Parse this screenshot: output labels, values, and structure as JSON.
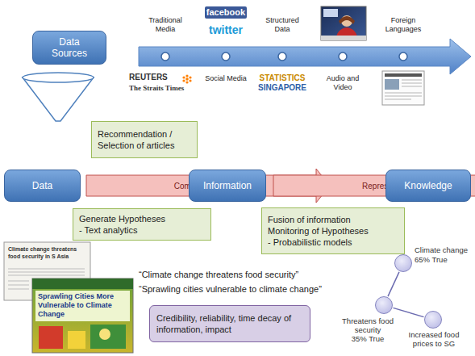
{
  "diagram": {
    "nodes": [
      {
        "text": [
          "Data Sources"
        ]
      },
      {
        "text": [
          "Recommendation / Selection of articles"
        ]
      },
      {
        "text": [
          "Data"
        ]
      },
      {
        "text": [
          "Comprehension"
        ]
      },
      {
        "text": [
          "Information"
        ]
      },
      {
        "text": [
          "Representation"
        ]
      },
      {
        "text": [
          "Knowledge"
        ]
      },
      {
        "text": [
          "Generate Hypotheses",
          "- Text analytics"
        ]
      },
      {
        "text": [
          "Fusion of information",
          "Monitoring of Hypotheses",
          "- Probabilistic models"
        ]
      },
      {
        "text": [
          "Credibility, reliability, time decay of information, impact"
        ]
      },
      {
        "text": [
          "Climate change",
          "65% True"
        ]
      },
      {
        "text": [
          "Threatens food security",
          "35% True"
        ]
      },
      {
        "text": [
          "Increased food prices to SG"
        ]
      }
    ],
    "edges": [
      {
        "from": 10,
        "to": 11,
        "arrow": "none"
      },
      {
        "from": 11,
        "to": 12,
        "arrow": "none"
      }
    ],
    "labels": [
      "Traditional Media",
      "facebook",
      "twitter",
      "Structured Data",
      "Foreign Languages",
      "REUTERS",
      "The Straits Times",
      "Social Media",
      "STATISTICS",
      "SINGAPORE",
      "Audio and Video",
      "Climate change threatens food security in S Asia",
      "Sprawling Cities More Vulnerable to Climate Change",
      "“Climate change threatens food security”",
      "“Sprawling cities vulnerable to climate change”"
    ]
  }
}
